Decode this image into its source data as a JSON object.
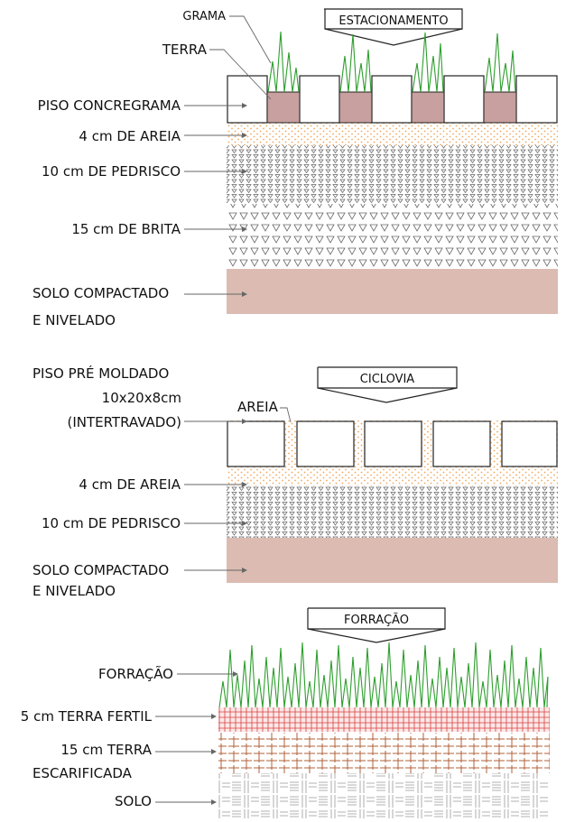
{
  "estacionamento": {
    "title": "ESTACIONAMENTO",
    "labels": {
      "grama": "GRAMA",
      "terra": "TERRA",
      "piso": "PISO CONCREGRAMA",
      "areia": "4 cm DE AREIA",
      "pedrisco": "10 cm DE PEDRISCO",
      "brita": "15 cm DE BRITA",
      "solo_l1": "SOLO COMPACTADO",
      "solo_l2": "E NIVELADO"
    }
  },
  "ciclovia": {
    "title": "CICLOVIA",
    "labels": {
      "piso_l1": "PISO PRÉ MOLDADO",
      "piso_l2": "10x20x8cm",
      "piso_l3": "(INTERTRAVADO)",
      "areia_joint": "AREIA",
      "areia": "4 cm DE AREIA",
      "pedrisco": "10 cm DE PEDRISCO",
      "solo_l1": "SOLO COMPACTADO",
      "solo_l2": "E NIVELADO"
    }
  },
  "forracao": {
    "title": "FORRAÇÃO",
    "labels": {
      "forracao": "FORRAÇÃO",
      "terra_fertil": "5 cm TERRA FERTIL",
      "terra_l1": "15 cm TERRA",
      "terra_l2": "ESCARIFICADA",
      "solo": "SOLO"
    }
  },
  "colors": {
    "grass": "#2e9e2e",
    "soil_pink": "#dcbcb2",
    "earth_block": "#c7a09f",
    "sand_dots": "#f0a860",
    "fertile_red": "#d94040",
    "scarified_brown": "#b0603a",
    "solo_gray": "#999999",
    "line": "#333333"
  }
}
